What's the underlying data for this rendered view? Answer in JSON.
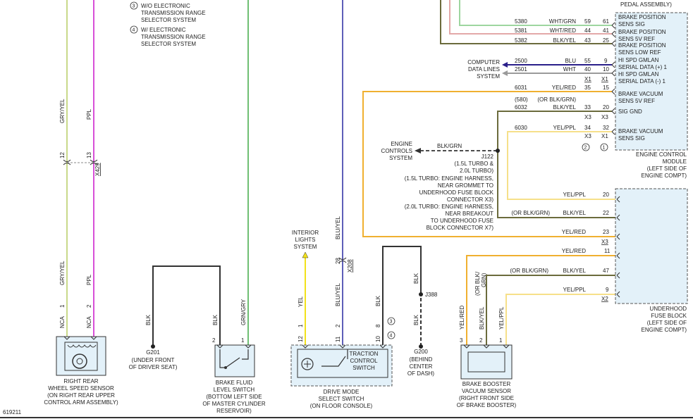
{
  "colors": {
    "gry_yel": "#c9d98a",
    "ppl": "#d84fd8",
    "blk": "#333333",
    "grn_gry": "#6fbf73",
    "yel": "#f2e21a",
    "blu_yel": "#5e5fb8",
    "blu": "#2a1f8a",
    "yel_red": "#f0b030",
    "yel_ppl": "#f6e08a",
    "blk_yel": "#6b6b3c",
    "wht": "#9a9a9a",
    "wht_grn": "#9ed6a0",
    "wht_red": "#e3a8a8",
    "module_fill": "#e3f1f9"
  },
  "notes": {
    "note3_num": "3",
    "note3_l1": "W/O ELECTRONIC",
    "note3_l2": "TRANSMISSION RANGE",
    "note3_l3": "SELECTOR SYSTEM",
    "note4_num": "4",
    "note4_l1": "W/ ELECTRONIC",
    "note4_l2": "TRANSMISSION RANGE",
    "note4_l3": "SELECTOR SYSTEM"
  },
  "top_right": {
    "pedal_label": "PEDAL ASSEMBLY)"
  },
  "wheel_speed": {
    "wire1": "GRY/YEL",
    "wire2": "PPL",
    "pin12": "12",
    "pin13": "13",
    "x429": "X429",
    "nca1": "NCA",
    "nca2": "NCA",
    "pin1": "1",
    "pin2": "2",
    "label1": "RIGHT REAR",
    "label2": "WHEEL SPEED SENSOR",
    "label3": "(ON RIGHT REAR UPPER",
    "label4": "CONTROL ARM ASSEMBLY)"
  },
  "ground_g201": {
    "wire": "BLK",
    "name": "G201",
    "label1": "(UNDER FRONT",
    "label2": "OF DRIVER SEAT)"
  },
  "brake_fluid": {
    "wire_blk": "BLK",
    "wire_grn": "GRN/GRY",
    "pin2": "2",
    "pin1": "1",
    "label1": "BRAKE FLUID",
    "label2": "LEVEL SWITCH",
    "label3": "(BOTTOM LEFT SIDE",
    "label4": "OF MASTER CYLINDER",
    "label5": "RESERVOIR)"
  },
  "interior": {
    "l1": "INTERIOR",
    "l2": "LIGHTS",
    "l3": "SYSTEM"
  },
  "drive_mode": {
    "wire_yel": "YEL",
    "wire_bluyel": "BLU/YEL",
    "wire_blk": "BLK",
    "pin28": "28",
    "x208": "X208",
    "pin12": "12",
    "pin1a": "1",
    "pin11": "11",
    "pin2": "2",
    "pin10": "10",
    "pin8": "8",
    "note3": "3",
    "note4": "4",
    "traction1": "TRACTION",
    "traction2": "CONTROL",
    "traction3": "SWITCH",
    "label1": "DRIVE MODE",
    "label2": "SELECT SWITCH",
    "label3": "(ON FLOOR CONSOLE)"
  },
  "ground_g200": {
    "wire": "BLK",
    "wire2": "BLK",
    "splice": "J388",
    "name": "G200",
    "label1": "(BEHIND",
    "label2": "CENTER",
    "label3": "OF DASH)"
  },
  "booster": {
    "wire1": "YEL/RED",
    "wire2a": "(OR BLK/",
    "wire2b": "GRN)",
    "wire2": "BLK/YEL",
    "wire3": "YEL/PPL",
    "pin3": "3",
    "pin2": "2",
    "pin1": "1",
    "label1": "BRAKE BOOSTER",
    "label2": "VACUUM SENSOR",
    "label3": "(RIGHT FRONT SIDE",
    "label4": "OF BRAKE BOOSTER)"
  },
  "ecm": {
    "rows": [
      {
        "circuit": "5380",
        "color": "WHT/GRN",
        "cav_a": "59",
        "cav_b": "61"
      },
      {
        "circuit": "5381",
        "color": "WHT/RED",
        "cav_a": "44",
        "cav_b": "41"
      },
      {
        "circuit": "5382",
        "color": "BLK/YEL",
        "cav_a": "43",
        "cav_b": "25"
      },
      {
        "circuit": "2500",
        "color": "BLU",
        "cav_a": "55",
        "cav_b": "9"
      },
      {
        "circuit": "2501",
        "color": "WHT",
        "cav_a": "40",
        "cav_b": "10"
      },
      {
        "circuit": "6031",
        "color": "YEL/RED",
        "cav_a": "35",
        "cav_b": "15"
      },
      {
        "circuit": "6032",
        "color": "BLK/YEL",
        "cav_a": "33",
        "cav_b": "20"
      },
      {
        "circuit": "6030",
        "color": "YEL/PPL",
        "cav_a": "34",
        "cav_b": "32"
      }
    ],
    "x1_a": "X1",
    "x1_b": "X1",
    "x3_a": "X3",
    "x3_b": "X3",
    "x3_c": "X3",
    "x1_c": "X1",
    "alt_580": "(580)",
    "alt_blkgrn": "(OR BLK/GRN)",
    "note2": "2",
    "note1": "1",
    "pins": {
      "p1a": "BRAKE POSITION",
      "p1b": "SENS SIG",
      "p2a": "BRAKE POSITION",
      "p2b": "SENS 5V REF",
      "p3a": "BRAKE POSITION",
      "p3b": "SENS LOW REF",
      "p4a": "HI SPD GMLAN",
      "p4b": "SERIAL DATA (+) 1",
      "p5a": "HI SPD GMLAN",
      "p5b": "SERIAL DATA (-) 1",
      "p6a": "BRAKE VACUUM",
      "p6b": "SENS 5V REF",
      "p7": "SIG GND",
      "p8a": "BRAKE VACUUM",
      "p8b": "SENS SIG"
    },
    "label1": "ENGINE CONTROL",
    "label2": "MODULE",
    "label3": "(LEFT SIDE OF",
    "label4": "ENGINE COMPT)"
  },
  "data_lines": {
    "l1": "COMPUTER",
    "l2": "DATA LINES",
    "l3": "SYSTEM"
  },
  "engine_controls": {
    "l1": "ENGINE",
    "l2": "CONTROLS",
    "l3": "SYSTEM",
    "wire": "BLK/GRN"
  },
  "splice_j122": {
    "name": "J122",
    "l1": "(1.5L TURBO &",
    "l2": "2.0L TURBO)",
    "l3": "(1.5L TURBO: ENGINE HARNESS,",
    "l4": "NEAR GROMMET TO",
    "l5": "UNDERHOOD FUSE BLOCK",
    "l6": "CONNECTOR X3)",
    "l7": "(2.0L TURBO: ENGINE HARNESS,",
    "l8": "NEAR BREAKOUT",
    "l9": "TO UNDERHOOD FUSE",
    "l10": "BLOCK CONNECTOR X7)"
  },
  "fuse_block": {
    "r1_color": "YEL/PPL",
    "r1_pin": "20",
    "r2_alt": "(OR BLK/GRN)",
    "r2_color": "BLK/YEL",
    "r2_pin": "22",
    "r3_color": "YEL/RED",
    "r3_pin": "23",
    "x3": "X3",
    "r4_color": "YEL/RED",
    "r4_pin": "11",
    "r5_alt": "(OR BLK/GRN)",
    "r5_color": "BLK/YEL",
    "r5_pin": "47",
    "r6_color": "YEL/PPL",
    "r6_pin": "9",
    "x2": "X2",
    "label1": "UNDERHOOD",
    "label2": "FUSE BLOCK",
    "label3": "(LEFT SIDE OF",
    "label4": "ENGINE COMPT)"
  },
  "footer": {
    "diagram_id": "619211"
  }
}
